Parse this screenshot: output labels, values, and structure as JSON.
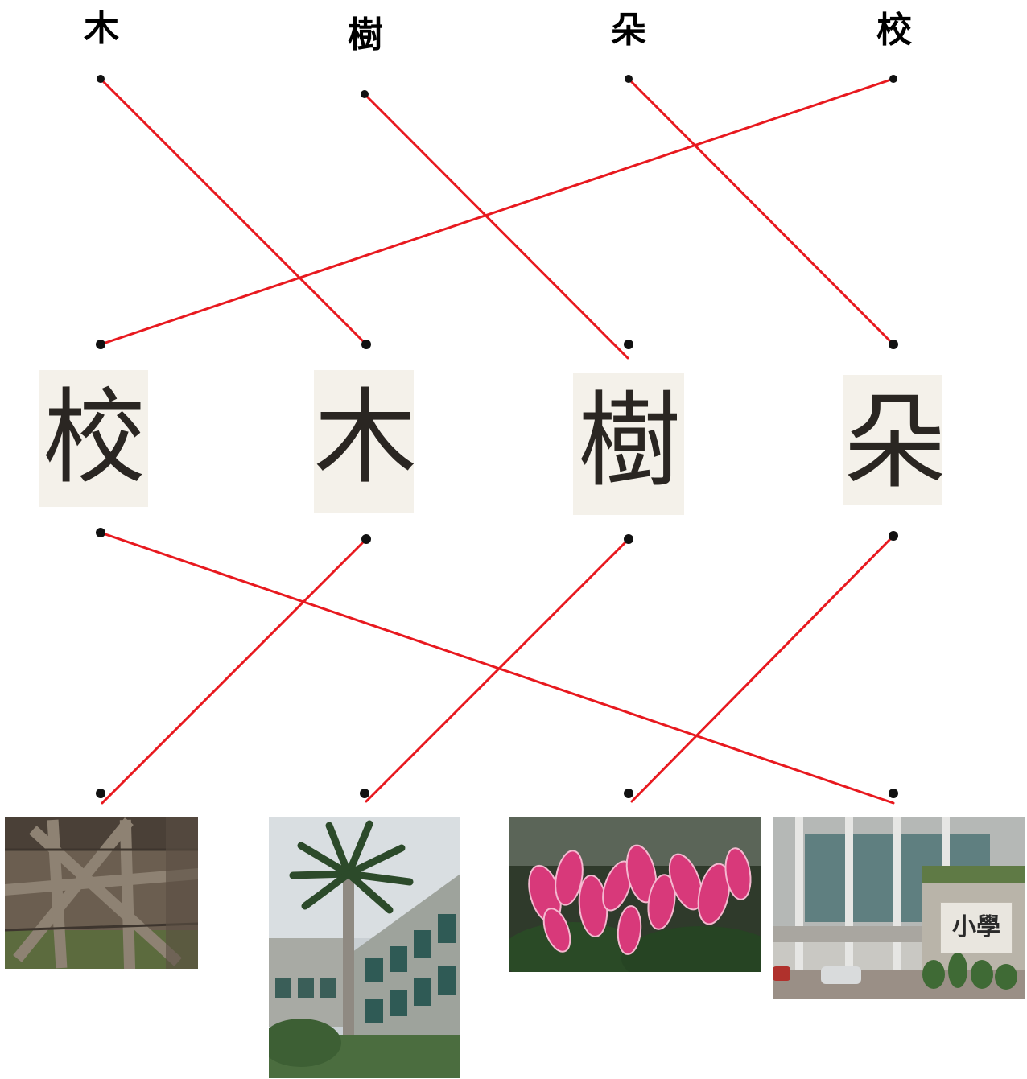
{
  "characters": {
    "modern": [
      "木",
      "樹",
      "朵",
      "校"
    ],
    "seal": [
      "校",
      "木",
      "樹",
      "朵"
    ]
  },
  "photos": {
    "school_sign": "小學"
  },
  "colors": {
    "line": "#e8191f",
    "dot": "#111111"
  }
}
